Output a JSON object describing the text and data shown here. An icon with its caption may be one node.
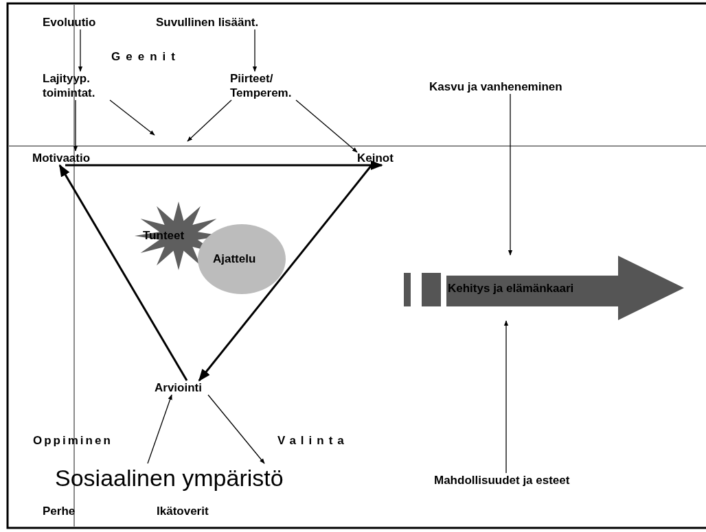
{
  "diagram": {
    "nodes": [
      {
        "text": [
          "Evoluutio"
        ]
      },
      {
        "text": [
          "Suvullinen lisäänt."
        ]
      },
      {
        "text": [
          "Lajityyp. toimintat."
        ]
      },
      {
        "text": [
          "Piirteet/ Temperem."
        ]
      },
      {
        "text": [
          "Kasvu ja vanheneminen"
        ]
      },
      {
        "text": [
          "Motivaatio"
        ]
      },
      {
        "text": [
          "Keinot"
        ]
      },
      {
        "text": [
          "Tunteet"
        ]
      },
      {
        "text": [
          "Ajattelu"
        ]
      },
      {
        "text": [
          "Kehitys ja elämänkaari"
        ]
      },
      {
        "text": [
          "Arviointi"
        ]
      },
      {
        "text": [
          "Sosiaalinen ympäristö"
        ]
      },
      {
        "text": [
          "Mahdollisuudet ja esteet"
        ]
      }
    ],
    "edges": [
      {
        "from": 0,
        "to": 2,
        "arrow": "to"
      },
      {
        "from": 1,
        "to": 3,
        "arrow": "to"
      },
      {
        "from": 2,
        "to": 5,
        "arrow": "to"
      },
      {
        "from": 2,
        "to": null,
        "arrow": "to"
      },
      {
        "from": 3,
        "to": null,
        "arrow": "to"
      },
      {
        "from": 3,
        "to": 6,
        "arrow": "to"
      },
      {
        "from": 5,
        "to": 6,
        "arrow": "to",
        "style": "thick"
      },
      {
        "from": 6,
        "to": 10,
        "arrow": "to",
        "style": "thick"
      },
      {
        "from": 10,
        "to": 5,
        "arrow": "to",
        "style": "thick"
      },
      {
        "from": 11,
        "to": 10,
        "arrow": "to"
      },
      {
        "from": 10,
        "to": 11,
        "arrow": "to"
      },
      {
        "from": 4,
        "to": 9,
        "arrow": "to"
      },
      {
        "from": 12,
        "to": 9,
        "arrow": "to"
      }
    ],
    "labels": [
      "Geenit",
      "Oppiminen",
      "Valinta",
      "Perhe",
      "Ikätoverit"
    ]
  }
}
